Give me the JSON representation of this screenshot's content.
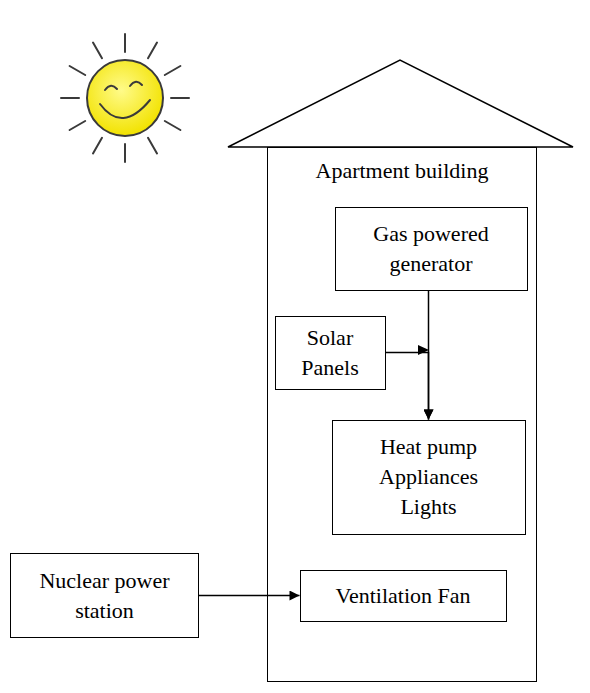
{
  "diagram": {
    "nodes": [
      {
        "text": [
          "Apartment building"
        ]
      },
      {
        "text": [
          "Gas powered generator"
        ],
        "in": 0
      },
      {
        "text": [
          "Solar Panels"
        ],
        "in": 0
      },
      {
        "text": [
          "Heat pump",
          "Appliances",
          "Lights"
        ],
        "in": 0
      },
      {
        "text": [
          "Ventilation Fan"
        ],
        "in": 0
      },
      {
        "text": [
          "Nuclear power station"
        ]
      }
    ],
    "edges": [
      {
        "from": 1,
        "to": 3,
        "arrow": "to"
      },
      {
        "from": 2,
        "to": 3,
        "arrow": "to"
      },
      {
        "from": 5,
        "to": 4,
        "arrow": "to"
      }
    ]
  }
}
